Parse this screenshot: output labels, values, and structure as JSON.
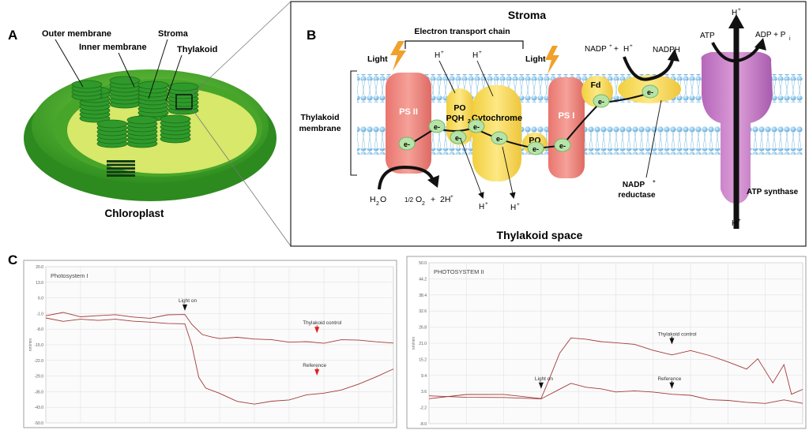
{
  "panel_a": {
    "letter": "A",
    "labels": {
      "outer_membrane": "Outer membrane",
      "inner_membrane": "Inner membrane",
      "stroma": "Stroma",
      "thylakoid": "Thylakoid",
      "chloroplast": "Chloroplast"
    }
  },
  "panel_b": {
    "letter": "B",
    "stroma": "Stroma",
    "thylakoid_space": "Thylakoid space",
    "etc": "Electron transport chain",
    "light": "Light",
    "thylakoid_membrane": [
      "Thylakoid",
      "membrane"
    ],
    "psii": "PS II",
    "psi": "PS I",
    "po": "PO",
    "pqh": "PQH",
    "pqh_sub": "2",
    "cytochrome": "Cytochrome",
    "fd": "Fd",
    "electron": "e-",
    "hplus": "H",
    "plus_sup": "+",
    "h2o_h": "H",
    "h2o_sub": "2",
    "h2o_o": "O",
    "half": "1/2",
    "o2_o": "O",
    "o2_sub": "2",
    "plus_sign": "+",
    "two_h": "2H",
    "nadp": "NADP",
    "nadph": "NADPH",
    "atp": "ATP",
    "adp": "ADP + P",
    "pi_sub": "i",
    "nadp_reductase": [
      "NADP",
      "reductase"
    ],
    "atp_synthase": "ATP synthase"
  },
  "panel_c": {
    "letter": "C",
    "colors": {
      "trace": "#a33a3a",
      "marker_left": "#e02020",
      "marker_right": "#111111"
    },
    "chart_data": [
      {
        "type": "line",
        "title": "Photosystem I",
        "ylabel": "nm/min",
        "ylim": [
          -50.0,
          20.0
        ],
        "yticks": [
          "20.0",
          "13.0",
          "6.0",
          "-1.0",
          "-8.0",
          "-15.0",
          "-22.0",
          "-29.0",
          "-36.0",
          "-43.0",
          "-50.0"
        ],
        "grid": true,
        "annotations": [
          {
            "text": "Light on",
            "x": 0.4,
            "y": 2.0
          },
          {
            "text": "Thylakoid control",
            "x": 0.78,
            "y": -8.0
          },
          {
            "text": "Reference",
            "x": 0.78,
            "y": -27.0
          }
        ],
        "series": [
          {
            "name": "Thylakoid control",
            "x": [
              0,
              0.05,
              0.1,
              0.15,
              0.2,
              0.25,
              0.3,
              0.35,
              0.4,
              0.42,
              0.45,
              0.48,
              0.5,
              0.55,
              0.6,
              0.65,
              0.7,
              0.75,
              0.8,
              0.85,
              0.9,
              0.95,
              1.0
            ],
            "y": [
              -2,
              -1,
              -3,
              -2,
              -1,
              -2,
              -3,
              -2,
              -2,
              -6,
              -10,
              -11,
              -12,
              -12,
              -13,
              -13,
              -13.5,
              -13,
              -14,
              -13,
              -13.5,
              -14,
              -14
            ]
          },
          {
            "name": "Reference",
            "x": [
              0,
              0.05,
              0.1,
              0.15,
              0.2,
              0.25,
              0.3,
              0.35,
              0.4,
              0.42,
              0.44,
              0.46,
              0.5,
              0.55,
              0.6,
              0.65,
              0.7,
              0.75,
              0.8,
              0.85,
              0.9,
              0.95,
              1.0
            ],
            "y": [
              -3,
              -4,
              -3,
              -4,
              -4,
              -5,
              -5,
              -5,
              -5,
              -15,
              -30,
              -35,
              -37,
              -40,
              -41,
              -40,
              -40,
              -38,
              -37,
              -35,
              -32,
              -29,
              -26
            ]
          }
        ]
      },
      {
        "type": "line",
        "title": "PHOTOSYSTEM II",
        "ylabel": "nm/min",
        "ylim": [
          -8.0,
          50.0
        ],
        "yticks": [
          "50.0",
          "44.2",
          "38.4",
          "32.6",
          "26.8",
          "21.0",
          "15.2",
          "9.4",
          "3.6",
          "-2.2",
          "-8.0"
        ],
        "grid": true,
        "annotations": [
          {
            "text": "Light on",
            "x": 0.3,
            "y": 6.0
          },
          {
            "text": "Thylakoid control",
            "x": 0.65,
            "y": 22.0
          },
          {
            "text": "Reference",
            "x": 0.65,
            "y": 6.0
          }
        ],
        "series": [
          {
            "name": "Thylakoid control",
            "x": [
              0,
              0.1,
              0.2,
              0.3,
              0.32,
              0.35,
              0.38,
              0.42,
              0.46,
              0.5,
              0.55,
              0.6,
              0.65,
              0.7,
              0.75,
              0.8,
              0.85,
              0.88,
              0.92,
              0.95,
              0.97,
              1.0
            ],
            "y": [
              1,
              2,
              2,
              1,
              8,
              18,
              23,
              22,
              21,
              21,
              21,
              19,
              17,
              18,
              16,
              14,
              12,
              16,
              7,
              13,
              2,
              4
            ]
          },
          {
            "name": "Reference",
            "x": [
              0,
              0.1,
              0.2,
              0.3,
              0.35,
              0.38,
              0.42,
              0.46,
              0.5,
              0.55,
              0.6,
              0.65,
              0.7,
              0.75,
              0.8,
              0.85,
              0.9,
              0.95,
              1.0
            ],
            "y": [
              2,
              2,
              2,
              1,
              4,
              6,
              5,
              5,
              4,
              4,
              3,
              2,
              2,
              1,
              1,
              0,
              -1,
              0,
              -1
            ]
          }
        ]
      }
    ]
  }
}
